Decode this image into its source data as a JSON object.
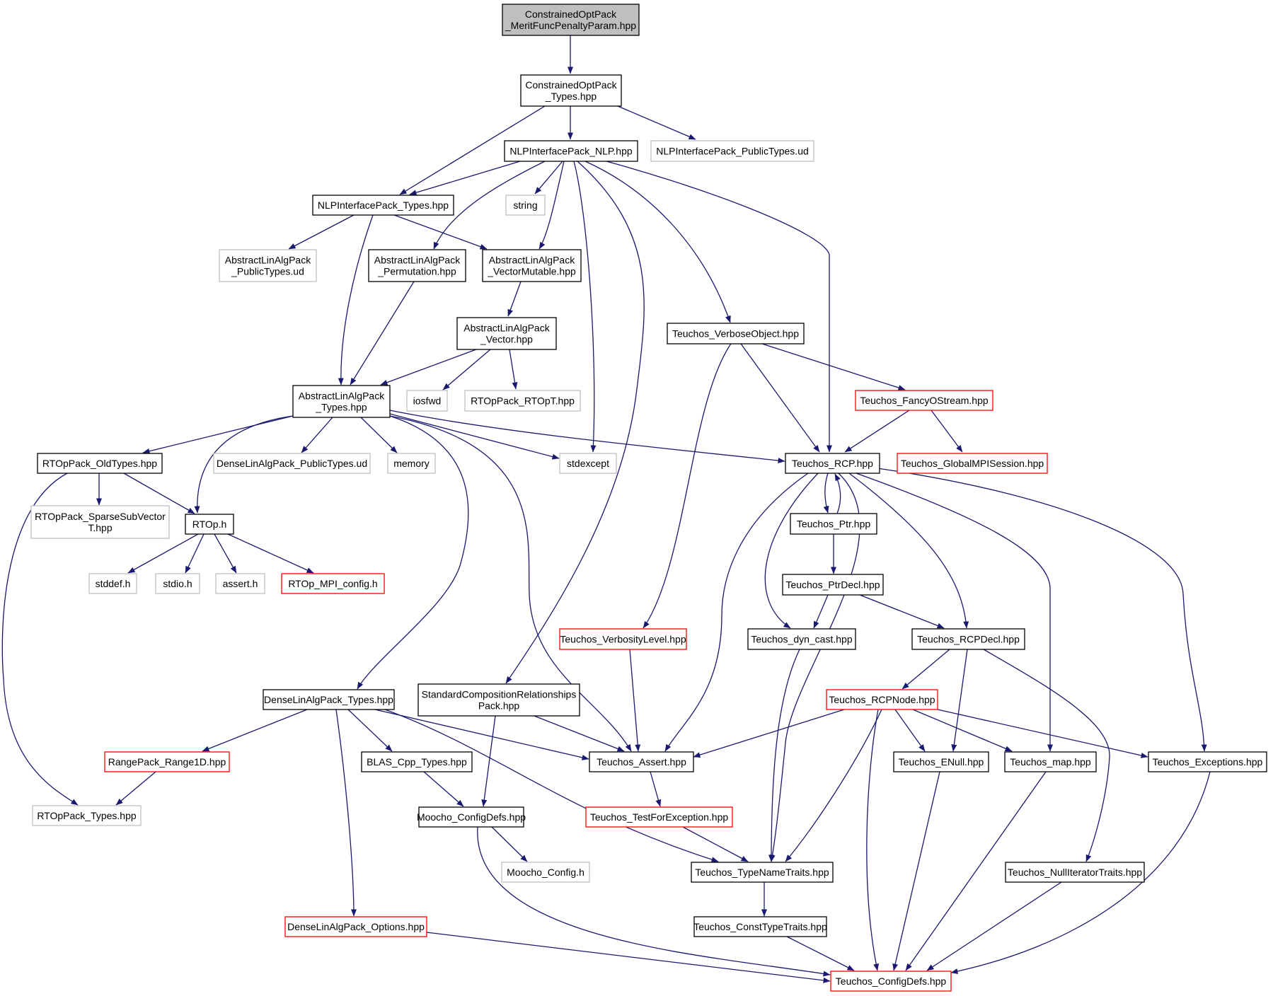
{
  "colors": {
    "edge": "#191970",
    "root_fill": "#bfbfbf",
    "border_normal": "#000000",
    "border_truncated": "#ff0000",
    "border_external": "#bfbfbf"
  },
  "nodes": [
    {
      "id": "n0",
      "lines": [
        "ConstrainedOptPack",
        "_MeritFuncPenaltyParam.hpp"
      ],
      "style": "root"
    },
    {
      "id": "n1",
      "lines": [
        "ConstrainedOptPack",
        "_Types.hpp"
      ],
      "style": "normal"
    },
    {
      "id": "n2",
      "lines": [
        "NLPInterfacePack_NLP.hpp"
      ],
      "style": "normal"
    },
    {
      "id": "n3",
      "lines": [
        "NLPInterfacePack_PublicTypes.ud"
      ],
      "style": "external"
    },
    {
      "id": "n4",
      "lines": [
        "NLPInterfacePack_Types.hpp"
      ],
      "style": "normal"
    },
    {
      "id": "n5",
      "lines": [
        "string"
      ],
      "style": "external"
    },
    {
      "id": "n6",
      "lines": [
        "AbstractLinAlgPack",
        "_PublicTypes.ud"
      ],
      "style": "external"
    },
    {
      "id": "n7",
      "lines": [
        "AbstractLinAlgPack",
        "_Permutation.hpp"
      ],
      "style": "normal"
    },
    {
      "id": "n8",
      "lines": [
        "AbstractLinAlgPack",
        "_VectorMutable.hpp"
      ],
      "style": "normal"
    },
    {
      "id": "n9",
      "lines": [
        "AbstractLinAlgPack",
        "_Vector.hpp"
      ],
      "style": "normal"
    },
    {
      "id": "n10",
      "lines": [
        "Teuchos_VerboseObject.hpp"
      ],
      "style": "normal"
    },
    {
      "id": "n11",
      "lines": [
        "AbstractLinAlgPack",
        "_Types.hpp"
      ],
      "style": "normal"
    },
    {
      "id": "n12",
      "lines": [
        "iosfwd"
      ],
      "style": "external"
    },
    {
      "id": "n13",
      "lines": [
        "RTOpPack_RTOpT.hpp"
      ],
      "style": "external"
    },
    {
      "id": "n14",
      "lines": [
        "Teuchos_FancyOStream.hpp"
      ],
      "style": "truncated"
    },
    {
      "id": "n15",
      "lines": [
        "RTOpPack_OldTypes.hpp"
      ],
      "style": "normal"
    },
    {
      "id": "n16",
      "lines": [
        "DenseLinAlgPack_PublicTypes.ud"
      ],
      "style": "external"
    },
    {
      "id": "n17",
      "lines": [
        "memory"
      ],
      "style": "external"
    },
    {
      "id": "n18",
      "lines": [
        "stdexcept"
      ],
      "style": "external"
    },
    {
      "id": "n19",
      "lines": [
        "Teuchos_RCP.hpp"
      ],
      "style": "normal"
    },
    {
      "id": "n20",
      "lines": [
        "Teuchos_GlobalMPISession.hpp"
      ],
      "style": "truncated"
    },
    {
      "id": "n21",
      "lines": [
        "RTOpPack_SparseSubVector",
        "T.hpp"
      ],
      "style": "external"
    },
    {
      "id": "n22",
      "lines": [
        "RTOp.h"
      ],
      "style": "normal"
    },
    {
      "id": "n23",
      "lines": [
        "Teuchos_Ptr.hpp"
      ],
      "style": "normal"
    },
    {
      "id": "n24",
      "lines": [
        "stddef.h"
      ],
      "style": "external"
    },
    {
      "id": "n25",
      "lines": [
        "stdio.h"
      ],
      "style": "external"
    },
    {
      "id": "n26",
      "lines": [
        "assert.h"
      ],
      "style": "external"
    },
    {
      "id": "n27",
      "lines": [
        "RTOp_MPI_config.h"
      ],
      "style": "truncated"
    },
    {
      "id": "n28",
      "lines": [
        "Teuchos_PtrDecl.hpp"
      ],
      "style": "normal"
    },
    {
      "id": "n29",
      "lines": [
        "Teuchos_VerbosityLevel.hpp"
      ],
      "style": "truncated"
    },
    {
      "id": "n30",
      "lines": [
        "Teuchos_dyn_cast.hpp"
      ],
      "style": "normal"
    },
    {
      "id": "n31",
      "lines": [
        "Teuchos_RCPDecl.hpp"
      ],
      "style": "normal"
    },
    {
      "id": "n32",
      "lines": [
        "DenseLinAlgPack_Types.hpp"
      ],
      "style": "normal"
    },
    {
      "id": "n33",
      "lines": [
        "StandardCompositionRelationships",
        "Pack.hpp"
      ],
      "style": "normal"
    },
    {
      "id": "n34",
      "lines": [
        "Teuchos_RCPNode.hpp"
      ],
      "style": "truncated"
    },
    {
      "id": "n35",
      "lines": [
        "RangePack_Range1D.hpp"
      ],
      "style": "truncated"
    },
    {
      "id": "n36",
      "lines": [
        "BLAS_Cpp_Types.hpp"
      ],
      "style": "normal"
    },
    {
      "id": "n37",
      "lines": [
        "Teuchos_Assert.hpp"
      ],
      "style": "normal"
    },
    {
      "id": "n38",
      "lines": [
        "Teuchos_ENull.hpp"
      ],
      "style": "normal"
    },
    {
      "id": "n39",
      "lines": [
        "Teuchos_map.hpp"
      ],
      "style": "normal"
    },
    {
      "id": "n40",
      "lines": [
        "Teuchos_Exceptions.hpp"
      ],
      "style": "normal"
    },
    {
      "id": "n41",
      "lines": [
        "RTOpPack_Types.hpp"
      ],
      "style": "external"
    },
    {
      "id": "n42",
      "lines": [
        "Moocho_ConfigDefs.hpp"
      ],
      "style": "normal"
    },
    {
      "id": "n43",
      "lines": [
        "Teuchos_TestForException.hpp"
      ],
      "style": "truncated"
    },
    {
      "id": "n44",
      "lines": [
        "Moocho_Config.h"
      ],
      "style": "external"
    },
    {
      "id": "n45",
      "lines": [
        "Teuchos_TypeNameTraits.hpp"
      ],
      "style": "normal"
    },
    {
      "id": "n46",
      "lines": [
        "Teuchos_NullIteratorTraits.hpp"
      ],
      "style": "normal"
    },
    {
      "id": "n47",
      "lines": [
        "Teuchos_ConstTypeTraits.hpp"
      ],
      "style": "normal"
    },
    {
      "id": "n48",
      "lines": [
        "DenseLinAlgPack_Options.hpp"
      ],
      "style": "truncated"
    },
    {
      "id": "n49",
      "lines": [
        "Teuchos_ConfigDefs.hpp"
      ],
      "style": "truncated"
    }
  ],
  "edges": [
    [
      "n0",
      "n1"
    ],
    [
      "n1",
      "n2"
    ],
    [
      "n1",
      "n4"
    ],
    [
      "n1",
      "n3"
    ],
    [
      "n2",
      "n4"
    ],
    [
      "n2",
      "n5"
    ],
    [
      "n2",
      "n7"
    ],
    [
      "n2",
      "n8"
    ],
    [
      "n2",
      "n18"
    ],
    [
      "n2",
      "n33"
    ],
    [
      "n2",
      "n10"
    ],
    [
      "n2",
      "n19"
    ],
    [
      "n4",
      "n6"
    ],
    [
      "n4",
      "n8"
    ],
    [
      "n4",
      "n11"
    ],
    [
      "n7",
      "n11"
    ],
    [
      "n8",
      "n9"
    ],
    [
      "n9",
      "n11"
    ],
    [
      "n9",
      "n12"
    ],
    [
      "n9",
      "n13"
    ],
    [
      "n10",
      "n29"
    ],
    [
      "n10",
      "n19"
    ],
    [
      "n10",
      "n14"
    ],
    [
      "n14",
      "n19"
    ],
    [
      "n14",
      "n20"
    ],
    [
      "n11",
      "n15"
    ],
    [
      "n11",
      "n22"
    ],
    [
      "n11",
      "n16"
    ],
    [
      "n11",
      "n17"
    ],
    [
      "n11",
      "n18"
    ],
    [
      "n11",
      "n19"
    ],
    [
      "n11",
      "n32"
    ],
    [
      "n11",
      "n37"
    ],
    [
      "n15",
      "n21"
    ],
    [
      "n15",
      "n22"
    ],
    [
      "n15",
      "n41"
    ],
    [
      "n22",
      "n24"
    ],
    [
      "n22",
      "n25"
    ],
    [
      "n22",
      "n26"
    ],
    [
      "n22",
      "n27"
    ],
    [
      "n19",
      "n23"
    ],
    [
      "n23",
      "n19"
    ],
    [
      "n19",
      "n37"
    ],
    [
      "n19",
      "n30"
    ],
    [
      "n19",
      "n45"
    ],
    [
      "n19",
      "n31"
    ],
    [
      "n19",
      "n39"
    ],
    [
      "n19",
      "n40"
    ],
    [
      "n23",
      "n28"
    ],
    [
      "n28",
      "n30"
    ],
    [
      "n28",
      "n31"
    ],
    [
      "n29",
      "n37"
    ],
    [
      "n30",
      "n45"
    ],
    [
      "n31",
      "n34"
    ],
    [
      "n31",
      "n38"
    ],
    [
      "n31",
      "n46"
    ],
    [
      "n34",
      "n37"
    ],
    [
      "n34",
      "n38"
    ],
    [
      "n34",
      "n39"
    ],
    [
      "n34",
      "n40"
    ],
    [
      "n34",
      "n45"
    ],
    [
      "n34",
      "n49"
    ],
    [
      "n32",
      "n35"
    ],
    [
      "n32",
      "n36"
    ],
    [
      "n32",
      "n37"
    ],
    [
      "n32",
      "n45"
    ],
    [
      "n32",
      "n48"
    ],
    [
      "n33",
      "n37"
    ],
    [
      "n33",
      "n42"
    ],
    [
      "n35",
      "n41"
    ],
    [
      "n36",
      "n42"
    ],
    [
      "n37",
      "n43"
    ],
    [
      "n43",
      "n45"
    ],
    [
      "n42",
      "n44"
    ],
    [
      "n42",
      "n49"
    ],
    [
      "n45",
      "n47"
    ],
    [
      "n47",
      "n49"
    ],
    [
      "n38",
      "n49"
    ],
    [
      "n39",
      "n49"
    ],
    [
      "n40",
      "n49"
    ],
    [
      "n46",
      "n49"
    ],
    [
      "n48",
      "n49"
    ]
  ]
}
